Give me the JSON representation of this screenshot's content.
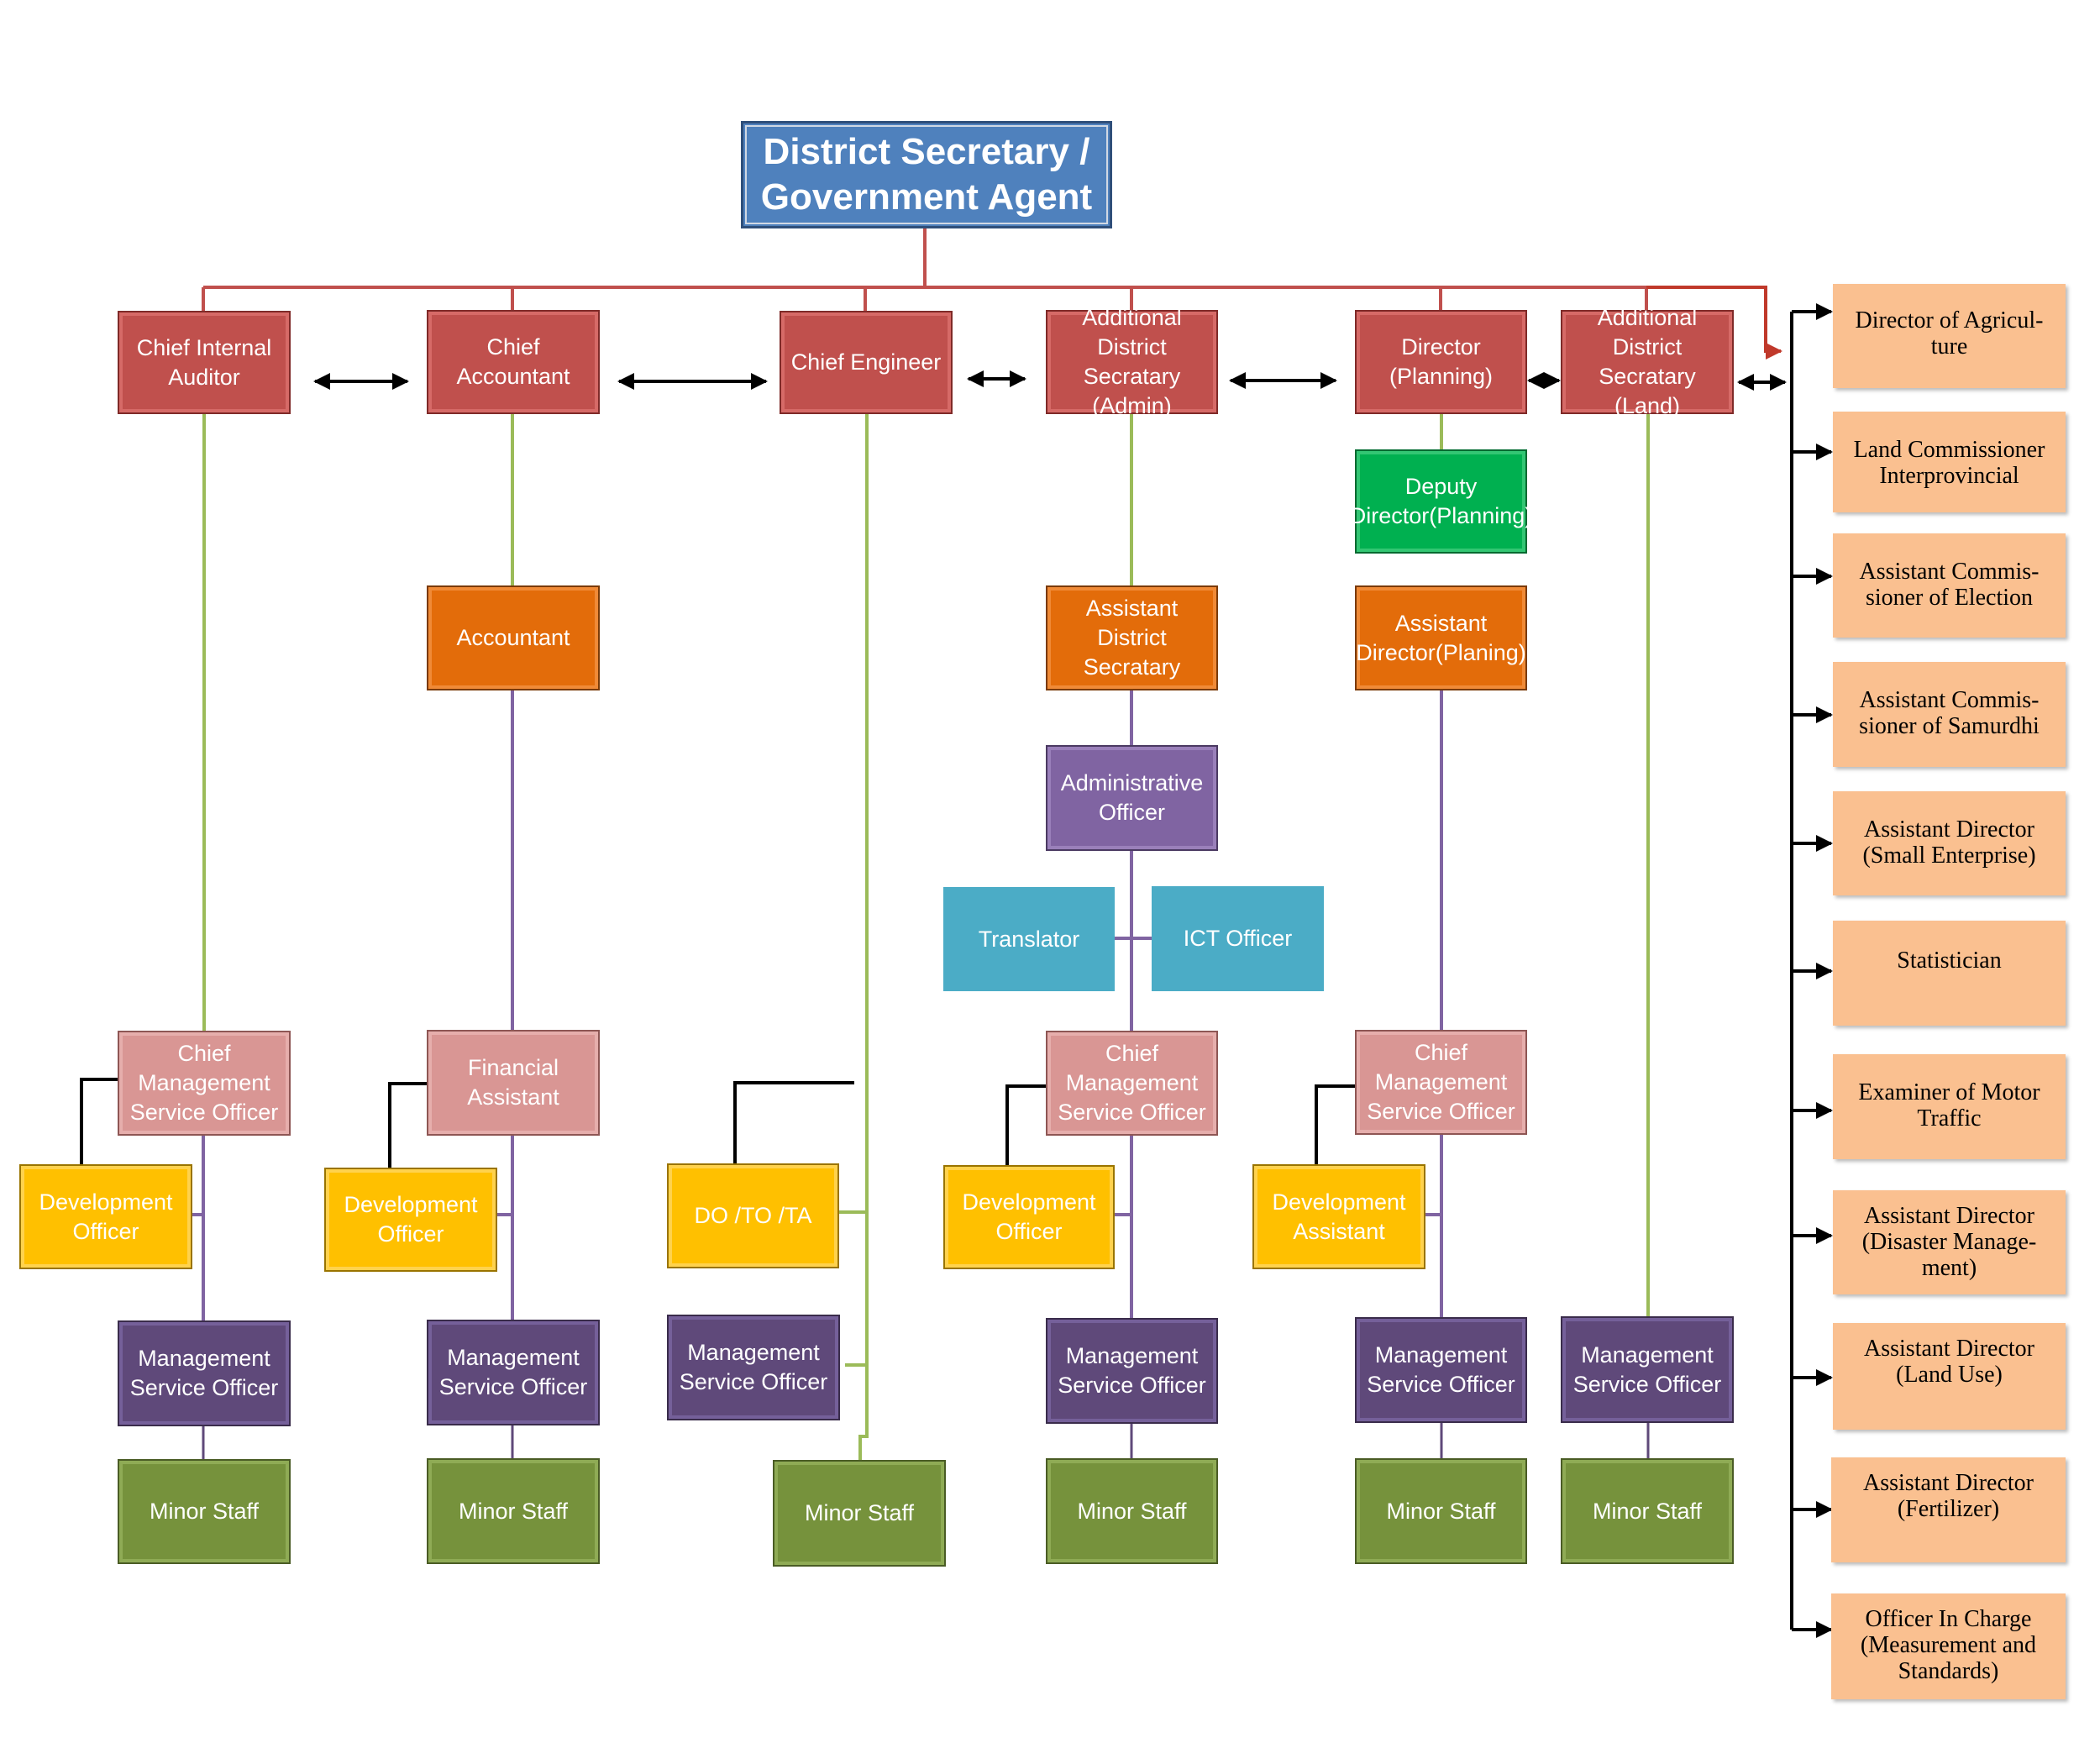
{
  "org": {
    "head": {
      "line1": "District Secretary /",
      "line2": "Government Agent"
    },
    "level1": [
      {
        "l1": "Chief Internal",
        "l2": "Auditor"
      },
      {
        "l1": "Chief Accountant",
        "l2": ""
      },
      {
        "l1": "Chief Engineer",
        "l2": ""
      },
      {
        "l1": "Additional District",
        "l2": "Secratary (Admin)"
      },
      {
        "l1": "Director",
        "l2": "(Planning)"
      },
      {
        "l1": "Additional District",
        "l2": "Secratary (Land)"
      }
    ],
    "deputy_director": {
      "l1": "Deputy",
      "l2": "Director(Planning)"
    },
    "accountant": {
      "l1": "Accountant",
      "l2": ""
    },
    "assistant_district_secretary": {
      "l1": "Assistant District",
      "l2": "Secratary"
    },
    "assistant_director": {
      "l1": "Assistant",
      "l2": "Director(Planing)"
    },
    "administrative_officer": {
      "l1": "Administrative",
      "l2": "Officer"
    },
    "translator": "Translator",
    "ict_officer": "ICT Officer",
    "cmso": {
      "l1": "Chief",
      "l2": "Management",
      "l3": "Service Officer"
    },
    "financial_assistant": "Financial Assistant",
    "development_officer": {
      "l1": "Development",
      "l2": "Officer"
    },
    "do_to_ta": "DO /TO /TA",
    "development_assistant": {
      "l1": "Development",
      "l2": "Assistant"
    },
    "mso": {
      "l1": "Management",
      "l2": "Service Officer"
    },
    "minor_staff": "Minor Staff",
    "side_list": [
      {
        "l1": "Director of Agricul-",
        "l2": "ture",
        "l3": ""
      },
      {
        "l1": "Land Commissioner",
        "l2": "Interprovincial",
        "l3": ""
      },
      {
        "l1": "Assistant Commis-",
        "l2": "sioner of Election",
        "l3": ""
      },
      {
        "l1": "Assistant Commis-",
        "l2": "sioner of Samurdhi",
        "l3": ""
      },
      {
        "l1": "Assistant Director",
        "l2": "(Small Enterprise)",
        "l3": ""
      },
      {
        "l1": "Statistician",
        "l2": "",
        "l3": ""
      },
      {
        "l1": "Examiner of Motor",
        "l2": "Traffic",
        "l3": ""
      },
      {
        "l1": "Assistant Director",
        "l2": "(Disaster Manage-",
        "l3": "ment)"
      },
      {
        "l1": "Assistant Director",
        "l2": "(Land Use)",
        "l3": ""
      },
      {
        "l1": "Assistant Director",
        "l2": "(Fertilizer)",
        "l3": ""
      },
      {
        "l1": "Officer In Charge",
        "l2": "(Measurement and",
        "l3": "Standards)"
      }
    ]
  },
  "colors": {
    "head": "#4f81bd",
    "level1": "#c0504d",
    "orange": "#e36c0a",
    "purple": "#8064a2",
    "pink": "#d99694",
    "yellow": "#ffc000",
    "teal": "#4bacc6",
    "green": "#00b050",
    "dark_purple": "#5f497a",
    "olive": "#76923c",
    "peach": "#fac090"
  }
}
